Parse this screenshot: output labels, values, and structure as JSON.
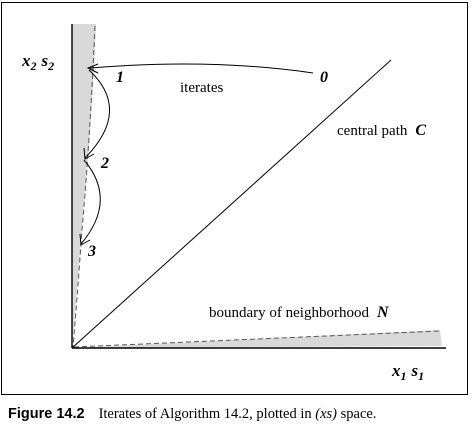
{
  "axes": {
    "x_label_main": "x",
    "x_label_main_sub": "1",
    "x_label_second": "s",
    "x_label_second_sub": "1",
    "y_label_main": "x",
    "y_label_main_sub": "2",
    "y_label_second": "s",
    "y_label_second_sub": "2"
  },
  "iterates": [
    {
      "label": "0"
    },
    {
      "label": "1"
    },
    {
      "label": "2"
    },
    {
      "label": "3"
    }
  ],
  "annotations": {
    "iterates_text": "iterates",
    "central_path_text": "central path",
    "central_path_symbol": "C",
    "neighborhood_text": "boundary of neighborhood",
    "neighborhood_symbol": "N"
  },
  "caption": {
    "figure_number": "Figure 14.2",
    "text_before": "Iterates of Algorithm 14.2, plotted in ",
    "math": "(xs)",
    "text_after": " space."
  },
  "colors": {
    "neighborhood_fill": "#d9d9d9",
    "line": "#000000",
    "dashed_boundary": "#555555"
  }
}
